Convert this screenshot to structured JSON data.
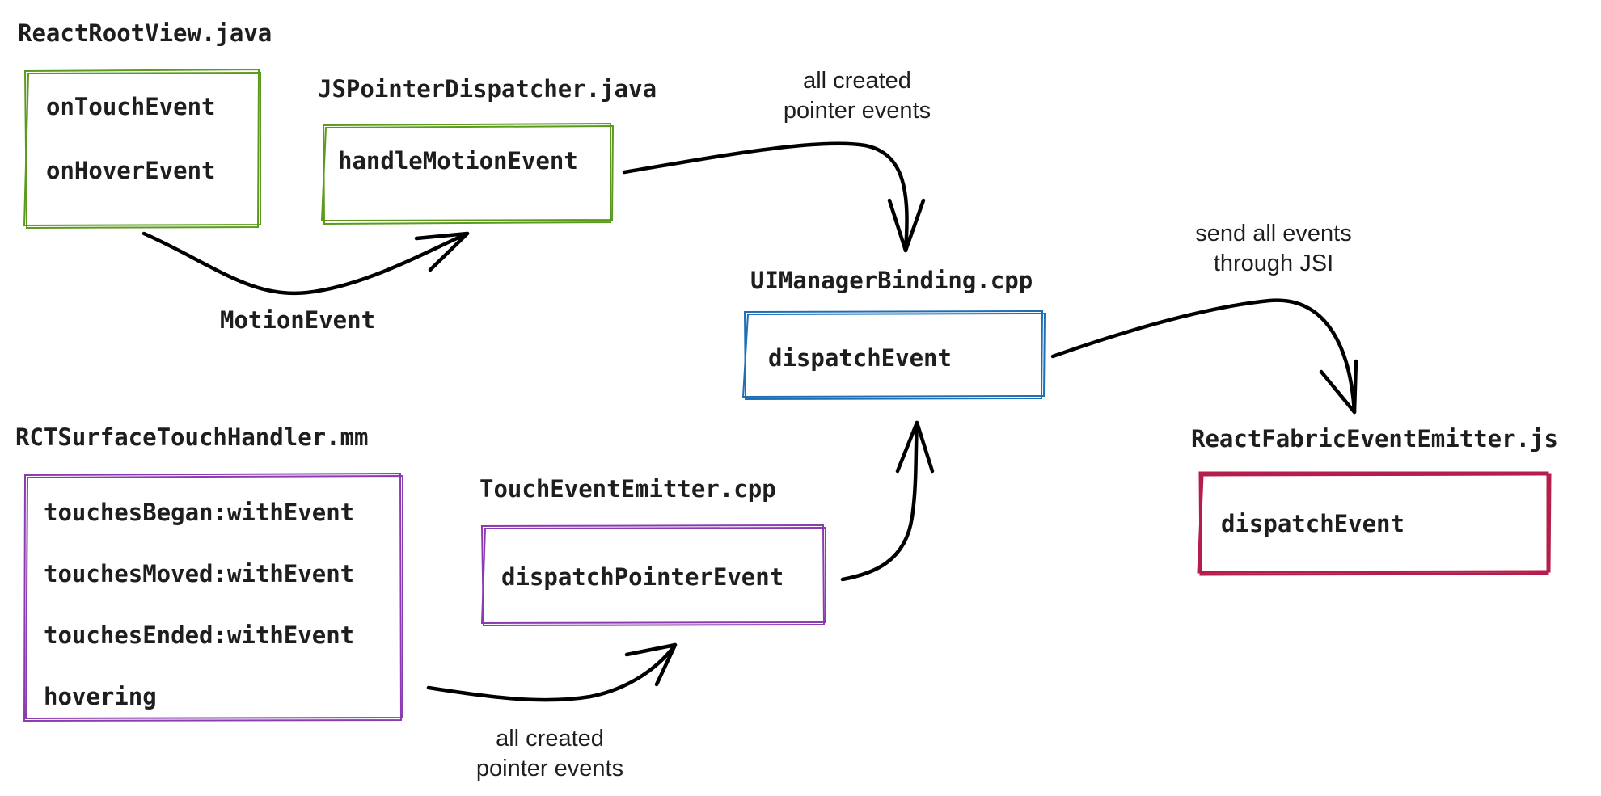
{
  "colors": {
    "android": "#5a9a1c",
    "ios": "#8a3bb0",
    "cpp": "#1f6fb5",
    "js": "#b51e4c",
    "arrow": "#000000"
  },
  "android": {
    "root_file": "ReactRootView.java",
    "root_items": [
      "onTouchEvent",
      "onHoverEvent"
    ],
    "dispatcher_file": "JSPointerDispatcher.java",
    "dispatcher_item": "handleMotionEvent",
    "edge_label": "MotionEvent"
  },
  "ios": {
    "handler_file": "RCTSurfaceTouchHandler.mm",
    "handler_items": [
      "touchesBegan:withEvent",
      "touchesMoved:withEvent",
      "touchesEnded:withEvent",
      "hovering"
    ],
    "emitter_file": "TouchEventEmitter.cpp",
    "emitter_item": "dispatchPointerEvent",
    "edge_label": [
      "all created",
      "pointer events"
    ]
  },
  "cpp": {
    "binding_file": "UIManagerBinding.cpp",
    "binding_item": "dispatchEvent",
    "edge_label": [
      "all created",
      "pointer events"
    ]
  },
  "js": {
    "emitter_file": "ReactFabricEventEmitter.js",
    "emitter_item": "dispatchEvent",
    "edge_label": [
      "send all events",
      "through JSI"
    ]
  }
}
